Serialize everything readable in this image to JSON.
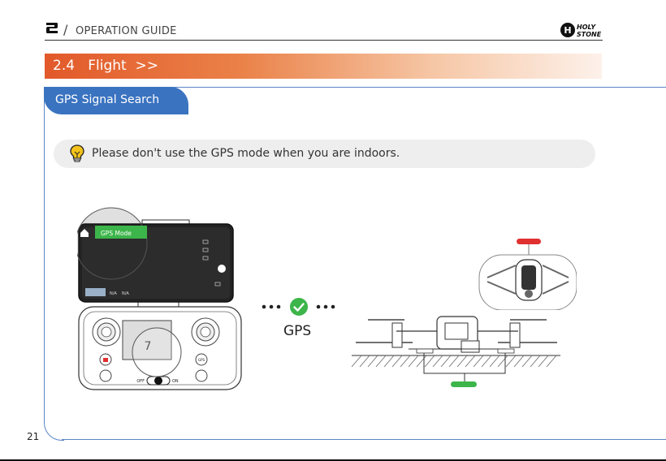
{
  "header": {
    "chapter_number": "2",
    "separator": "/",
    "title": "OPERATION GUIDE",
    "brand": {
      "line1": "HOLY",
      "line2": "STONE"
    }
  },
  "section": {
    "number_title": "2.4   Flight  >>"
  },
  "tab": {
    "label": "GPS Signal Search"
  },
  "note": {
    "icon": "lightbulb-icon",
    "text": "Please don't use the GPS mode when you are indoors."
  },
  "controller": {
    "gps_mode_label": "GPS Mode",
    "status_left": "N/A",
    "status_right": "N/A",
    "display_number": "7",
    "gps_button_label": "GPS",
    "switch_off": "OFF",
    "switch_on": "ON"
  },
  "gps_status": {
    "icon": "check-icon",
    "label": "GPS"
  },
  "colors": {
    "accent_blue": "#3a73c0",
    "band_orange": "#e2592a",
    "status_green": "#3cb54a",
    "marker_red": "#e03030",
    "marker_green": "#3cb54a"
  },
  "page": {
    "number": "21"
  }
}
